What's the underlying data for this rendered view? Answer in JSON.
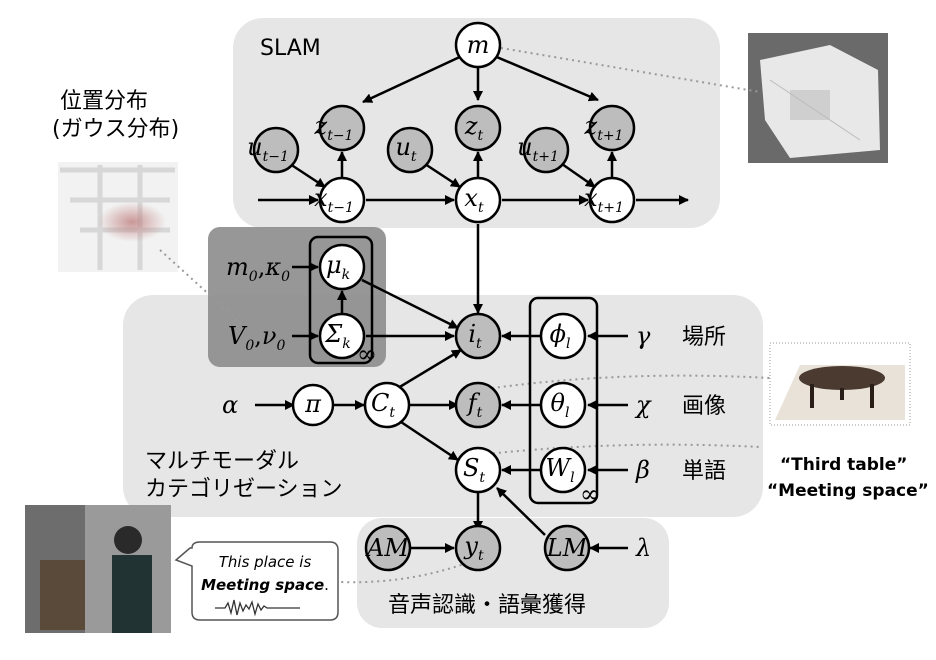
{
  "regions": {
    "slam": "SLAM",
    "multimodal_line1": "マルチモーダル",
    "multimodal_line2": "カテゴリゼーション",
    "speech": "音声認識・語彙獲得",
    "position_line1": "位置分布",
    "position_line2": "(ガウス分布)"
  },
  "side_labels": {
    "place": "場所",
    "image": "画像",
    "word": "単語"
  },
  "nodes": {
    "m": "m",
    "z_prev": "z",
    "z_prev_sub": "t−1",
    "z_cur": "z",
    "z_cur_sub": "t",
    "z_next": "z",
    "z_next_sub": "t+1",
    "u_prev": "u",
    "u_prev_sub": "t−1",
    "u_cur": "u",
    "u_cur_sub": "t",
    "u_next": "u",
    "u_next_sub": "t+1",
    "x_prev": "x",
    "x_prev_sub": "t−1",
    "x_cur": "x",
    "x_cur_sub": "t",
    "x_next": "x",
    "x_next_sub": "t+1",
    "mu": "μ",
    "mu_sub": "k",
    "sigma": "Σ",
    "sigma_sub": "k",
    "i": "i",
    "i_sub": "t",
    "f": "f",
    "f_sub": "t",
    "S": "S",
    "S_sub": "t",
    "y": "y",
    "y_sub": "t",
    "C": "C",
    "C_sub": "t",
    "pi": "π",
    "phi": "ϕ",
    "phi_sub": "l",
    "theta": "θ",
    "theta_sub": "l",
    "W": "W",
    "W_sub": "l",
    "AM": "AM",
    "LM": "LM"
  },
  "params": {
    "m0": "m",
    "m0_sub": "0",
    "kappa0": "κ",
    "kappa0_sub": "0",
    "V0": "V",
    "V0_sub": "0",
    "nu0": "ν",
    "nu0_sub": "0",
    "alpha": "α",
    "gamma": "γ",
    "chi": "χ",
    "beta": "β",
    "lambda": "λ",
    "comma": ","
  },
  "plate_labels": {
    "k_inf": "∞",
    "l_inf": "∞"
  },
  "quotes": {
    "q1": "“Third table”",
    "q2": "“Meeting space”"
  },
  "bubble": {
    "line1": "This place is",
    "line2_bold": "Meeting space",
    "line2_end": "."
  },
  "colors": {
    "region_fill": "#e6e6e6",
    "observed_fill": "#bdbdbd",
    "param_box_fill": "#8c8c8c"
  }
}
